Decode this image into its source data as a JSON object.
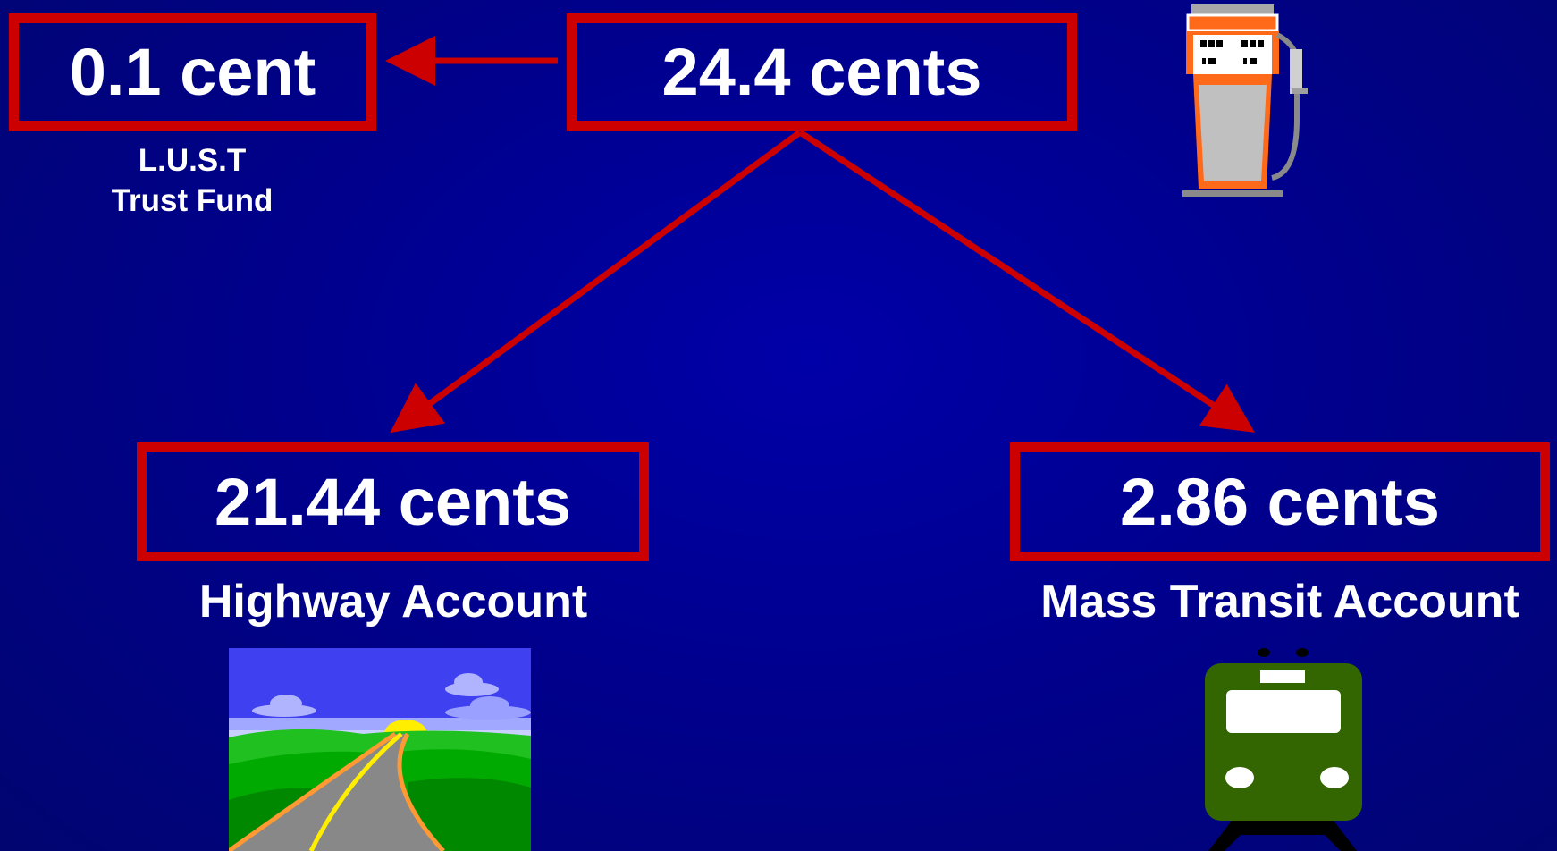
{
  "diagram": {
    "total": "24.4 cents",
    "lust": {
      "amount": "0.1 cent",
      "label_line1": "L.U.S.T",
      "label_line2": "Trust Fund"
    },
    "highway": {
      "amount": "21.44 cents",
      "label": "Highway Account"
    },
    "transit": {
      "amount": "2.86 cents",
      "label": "Mass Transit Account"
    }
  },
  "icons": {
    "fuel": "gas-pump-icon",
    "highway": "highway-road-icon",
    "transit": "train-icon"
  },
  "colors": {
    "background": "#00008e",
    "box_border": "#cc0000",
    "arrow": "#cc0000",
    "text": "#ffffff"
  }
}
